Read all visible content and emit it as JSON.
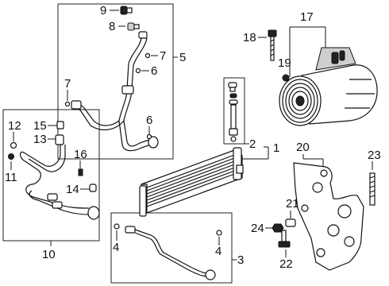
{
  "callouts": {
    "c1": "1",
    "c2": "2",
    "c3": "3",
    "c4a": "4",
    "c4b": "4",
    "c5": "5",
    "c6a": "6",
    "c6b": "6",
    "c7a": "7",
    "c7b": "7",
    "c8": "8",
    "c9": "9",
    "c10": "10",
    "c11": "11",
    "c12": "12",
    "c13": "13",
    "c14": "14",
    "c15": "15",
    "c16": "16",
    "c17": "17",
    "c18": "18",
    "c19": "19",
    "c20": "20",
    "c21": "21",
    "c22": "22",
    "c23": "23",
    "c24": "24"
  }
}
